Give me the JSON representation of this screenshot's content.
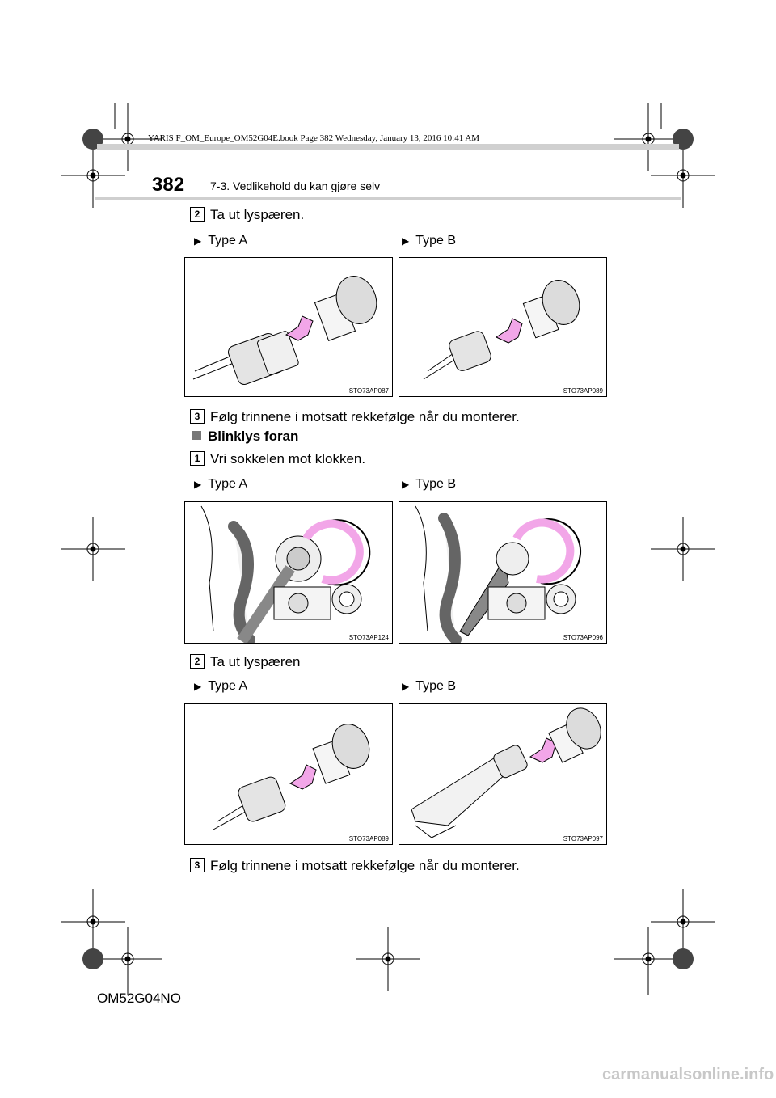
{
  "header": {
    "book_info": "YARIS F_OM_Europe_OM52G04E.book  Page 382  Wednesday, January 13, 2016  10:41 AM",
    "page_number": "382",
    "section": "7-3. Vedlikehold du kan gjøre selv"
  },
  "steps": [
    {
      "num": "2",
      "text": "Ta ut lyspæren."
    },
    {
      "num": "3",
      "text": "Følg trinnene i motsatt rekkefølge når du monterer."
    },
    {
      "num": "1",
      "text": "Vri sokkelen mot klokken."
    },
    {
      "num": "2",
      "text": "Ta ut lyspæren"
    },
    {
      "num": "3",
      "text": "Følg trinnene i motsatt rekkefølge når du monterer."
    }
  ],
  "section_title": "Blinklys foran",
  "type_labels": {
    "a": "Type A",
    "b": "Type B"
  },
  "figures": [
    {
      "code": "STO73AP087"
    },
    {
      "code": "STO73AP089"
    },
    {
      "code": "STO73AP124"
    },
    {
      "code": "STO73AP096"
    },
    {
      "code": "STO73AP089"
    },
    {
      "code": "STO73AP097"
    }
  ],
  "footer": "OM52G04NO",
  "watermark": "carmanualsonline.info",
  "colors": {
    "arrow": "#f2a6e8",
    "bulb": "#dcdcdc"
  }
}
